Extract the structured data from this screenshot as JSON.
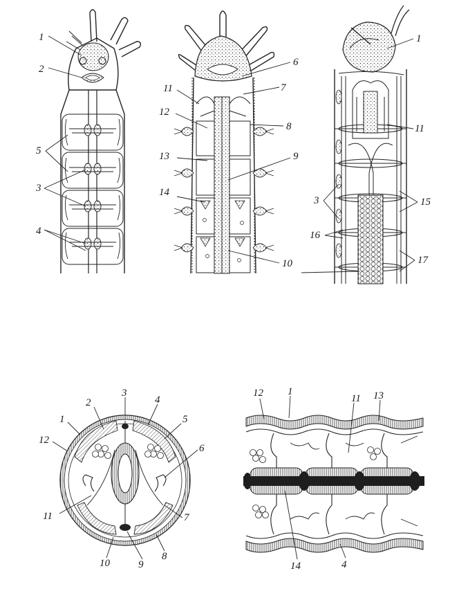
{
  "panel_top_left": {
    "labels": [
      "1",
      "2",
      "5",
      "3",
      "4"
    ]
  },
  "panel_top_middle": {
    "labels": [
      "6",
      "11",
      "7",
      "12",
      "8",
      "13",
      "9",
      "14",
      "10"
    ]
  },
  "panel_top_right": {
    "labels": [
      "1",
      "11",
      "3",
      "15",
      "16",
      "17"
    ]
  },
  "panel_bottom_left": {
    "labels": [
      "3",
      "2",
      "4",
      "5",
      "1",
      "12",
      "6",
      "11",
      "7",
      "10",
      "9",
      "8"
    ]
  },
  "panel_bottom_right": {
    "labels": [
      "12",
      "1",
      "11",
      "13",
      "14",
      "4"
    ]
  }
}
